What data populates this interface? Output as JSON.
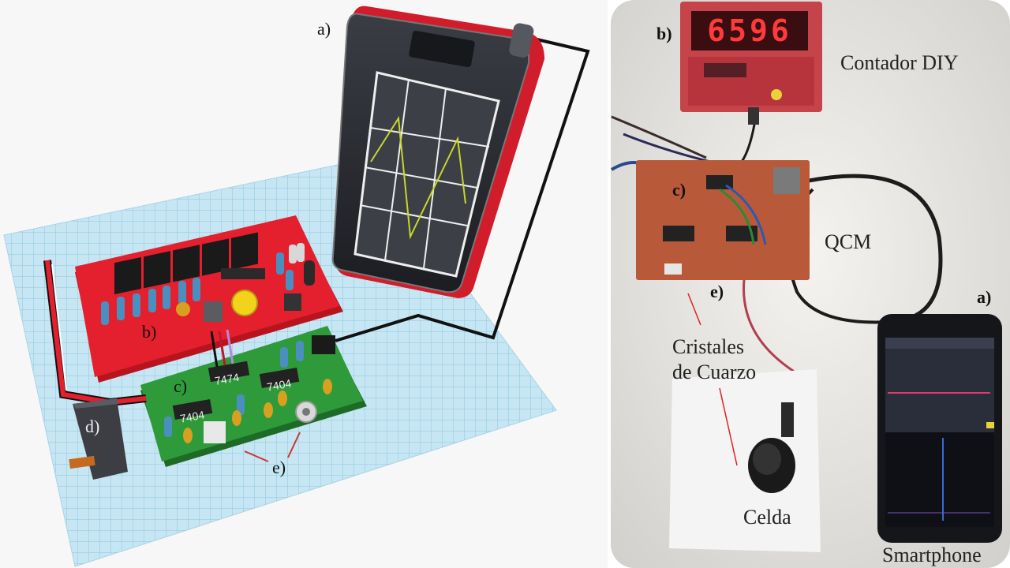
{
  "left_panel": {
    "labels": {
      "a": "a)",
      "b": "b)",
      "c": "c)",
      "d": "d)",
      "e": "e)"
    },
    "chip_labels": [
      "7474",
      "7404",
      "7404"
    ]
  },
  "right_panel": {
    "labels": {
      "b": "b)",
      "c": "c)",
      "e": "e)",
      "a": "a)"
    },
    "counter_display": "6596",
    "captions": {
      "counter": "Contador DIY",
      "qcm": "QCM",
      "crystals_line1": "Cristales",
      "crystals_line2": "de Cuarzo",
      "cell": "Celda",
      "smartphone": "Smartphone"
    }
  },
  "colors": {
    "grid_blue": "#bfe3f2",
    "board_red": "#e5202e",
    "board_green": "#2e9a3a",
    "pcb_orange": "#b85a3a",
    "led_red": "#ff3030"
  }
}
